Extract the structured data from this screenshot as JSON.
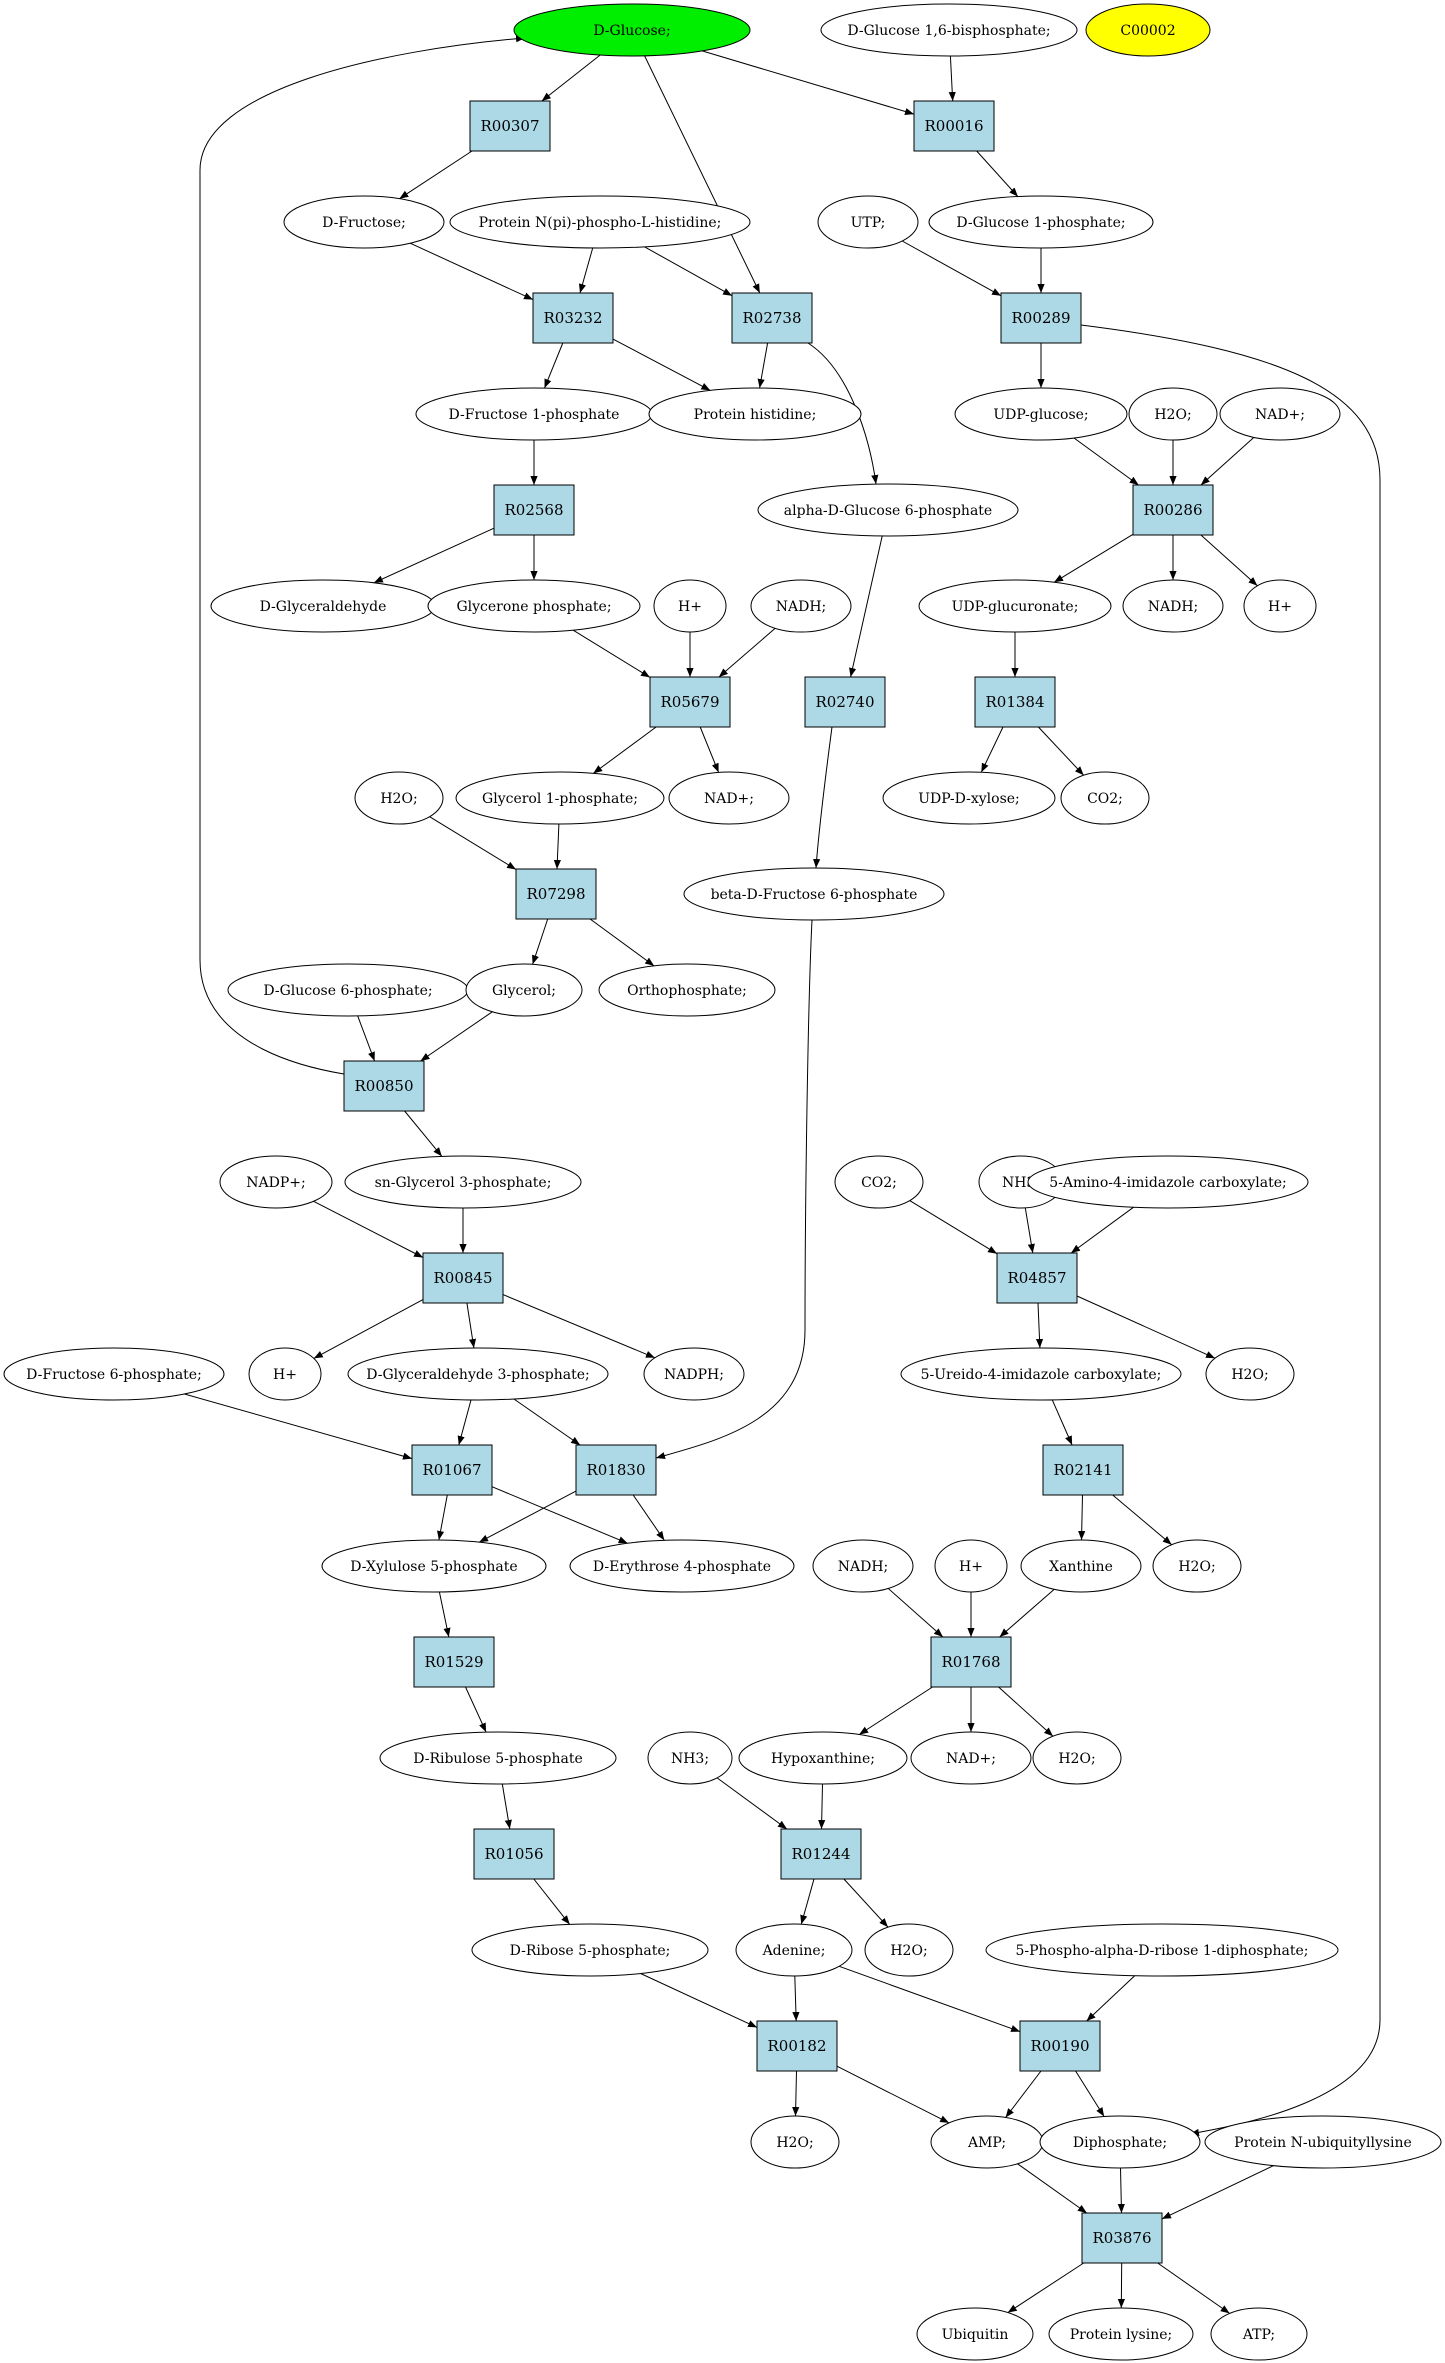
{
  "colors": {
    "compound_fill": "#ffffff",
    "start_fill": "#00ee00",
    "highlight_fill": "#ffff00",
    "reaction_fill": "#add8e6",
    "stroke": "#000000"
  },
  "nodes": {
    "glc": {
      "label": "D-Glucose;",
      "kind": "start"
    },
    "g16bp": {
      "label": "D-Glucose 1,6-bisphosphate;",
      "kind": "compound"
    },
    "c00002": {
      "label": "C00002",
      "kind": "highlight"
    },
    "fru": {
      "label": "D-Fructose;",
      "kind": "compound"
    },
    "nphis": {
      "label": "Protein N(pi)-phospho-L-histidine;",
      "kind": "compound"
    },
    "utp": {
      "label": "UTP;",
      "kind": "compound"
    },
    "g1p": {
      "label": "D-Glucose 1-phosphate;",
      "kind": "compound"
    },
    "f1p": {
      "label": "D-Fructose 1-phosphate",
      "kind": "compound"
    },
    "prothis": {
      "label": "Protein histidine;",
      "kind": "compound"
    },
    "udpglc": {
      "label": "UDP-glucose;",
      "kind": "compound"
    },
    "h2o_a": {
      "label": "H2O;",
      "kind": "compound"
    },
    "nadp_a": {
      "label": "NAD+;",
      "kind": "compound"
    },
    "ag6p": {
      "label": "alpha-D-Glucose 6-phosphate",
      "kind": "compound"
    },
    "glyald": {
      "label": "D-Glyceraldehyde",
      "kind": "compound"
    },
    "dhap": {
      "label": "Glycerone phosphate;",
      "kind": "compound"
    },
    "hplus_a": {
      "label": "H+",
      "kind": "compound"
    },
    "nadh_a": {
      "label": "NADH;",
      "kind": "compound"
    },
    "udpglcur": {
      "label": "UDP-glucuronate;",
      "kind": "compound"
    },
    "nadh_b": {
      "label": "NADH;",
      "kind": "compound"
    },
    "hplus_b": {
      "label": "H+",
      "kind": "compound"
    },
    "h2o_b": {
      "label": "H2O;",
      "kind": "compound"
    },
    "gly1p": {
      "label": "Glycerol 1-phosphate;",
      "kind": "compound"
    },
    "nadp_b": {
      "label": "NAD+;",
      "kind": "compound"
    },
    "udpxyl": {
      "label": "UDP-D-xylose;",
      "kind": "compound"
    },
    "co2_a": {
      "label": "CO2;",
      "kind": "compound"
    },
    "bf6p": {
      "label": "beta-D-Fructose 6-phosphate",
      "kind": "compound"
    },
    "g6p": {
      "label": "D-Glucose 6-phosphate;",
      "kind": "compound"
    },
    "glycerol": {
      "label": "Glycerol;",
      "kind": "compound"
    },
    "pi": {
      "label": "Orthophosphate;",
      "kind": "compound"
    },
    "sng3p": {
      "label": "sn-Glycerol 3-phosphate;",
      "kind": "compound"
    },
    "nadpp": {
      "label": "NADP+;",
      "kind": "compound"
    },
    "co2_b": {
      "label": "CO2;",
      "kind": "compound"
    },
    "nh3_a": {
      "label": "NH3;",
      "kind": "compound"
    },
    "aica": {
      "label": "5-Amino-4-imidazole carboxylate;",
      "kind": "compound"
    },
    "f6p": {
      "label": "D-Fructose 6-phosphate;",
      "kind": "compound"
    },
    "hplus_c": {
      "label": "H+",
      "kind": "compound"
    },
    "gap": {
      "label": "D-Glyceraldehyde 3-phosphate;",
      "kind": "compound"
    },
    "nadph": {
      "label": "NADPH;",
      "kind": "compound"
    },
    "uica": {
      "label": "5-Ureido-4-imidazole carboxylate;",
      "kind": "compound"
    },
    "h2o_c": {
      "label": "H2O;",
      "kind": "compound"
    },
    "xu5p": {
      "label": "D-Xylulose 5-phosphate",
      "kind": "compound"
    },
    "e4p": {
      "label": "D-Erythrose 4-phosphate",
      "kind": "compound"
    },
    "nadh_c": {
      "label": "NADH;",
      "kind": "compound"
    },
    "hplus_d": {
      "label": "H+",
      "kind": "compound"
    },
    "xan": {
      "label": "Xanthine",
      "kind": "compound"
    },
    "h2o_d": {
      "label": "H2O;",
      "kind": "compound"
    },
    "ru5p": {
      "label": "D-Ribulose 5-phosphate",
      "kind": "compound"
    },
    "nh3_b": {
      "label": "NH3;",
      "kind": "compound"
    },
    "hyp": {
      "label": "Hypoxanthine;",
      "kind": "compound"
    },
    "nadp_c": {
      "label": "NAD+;",
      "kind": "compound"
    },
    "h2o_e": {
      "label": "H2O;",
      "kind": "compound"
    },
    "r5p": {
      "label": "D-Ribose 5-phosphate;",
      "kind": "compound"
    },
    "ade": {
      "label": "Adenine;",
      "kind": "compound"
    },
    "h2o_f": {
      "label": "H2O;",
      "kind": "compound"
    },
    "prpp": {
      "label": "5-Phospho-alpha-D-ribose 1-diphosphate;",
      "kind": "compound"
    },
    "h2o_g": {
      "label": "H2O;",
      "kind": "compound"
    },
    "amp": {
      "label": "AMP;",
      "kind": "compound"
    },
    "ppi": {
      "label": "Diphosphate;",
      "kind": "compound"
    },
    "ubilys": {
      "label": "Protein N-ubiquityllysine",
      "kind": "compound"
    },
    "ubq": {
      "label": "Ubiquitin",
      "kind": "compound"
    },
    "protlys": {
      "label": "Protein lysine;",
      "kind": "compound"
    },
    "atp": {
      "label": "ATP;",
      "kind": "compound"
    },
    "R00307": {
      "label": "R00307",
      "kind": "reaction"
    },
    "R00016": {
      "label": "R00016",
      "kind": "reaction"
    },
    "R03232": {
      "label": "R03232",
      "kind": "reaction"
    },
    "R02738": {
      "label": "R02738",
      "kind": "reaction"
    },
    "R00289": {
      "label": "R00289",
      "kind": "reaction"
    },
    "R02568": {
      "label": "R02568",
      "kind": "reaction"
    },
    "R00286": {
      "label": "R00286",
      "kind": "reaction"
    },
    "R05679": {
      "label": "R05679",
      "kind": "reaction"
    },
    "R02740": {
      "label": "R02740",
      "kind": "reaction"
    },
    "R01384": {
      "label": "R01384",
      "kind": "reaction"
    },
    "R07298": {
      "label": "R07298",
      "kind": "reaction"
    },
    "R00850": {
      "label": "R00850",
      "kind": "reaction"
    },
    "R00845": {
      "label": "R00845",
      "kind": "reaction"
    },
    "R04857": {
      "label": "R04857",
      "kind": "reaction"
    },
    "R01067": {
      "label": "R01067",
      "kind": "reaction"
    },
    "R01830": {
      "label": "R01830",
      "kind": "reaction"
    },
    "R02141": {
      "label": "R02141",
      "kind": "reaction"
    },
    "R01529": {
      "label": "R01529",
      "kind": "reaction"
    },
    "R01768": {
      "label": "R01768",
      "kind": "reaction"
    },
    "R01056": {
      "label": "R01056",
      "kind": "reaction"
    },
    "R01244": {
      "label": "R01244",
      "kind": "reaction"
    },
    "R00182": {
      "label": "R00182",
      "kind": "reaction"
    },
    "R00190": {
      "label": "R00190",
      "kind": "reaction"
    },
    "R03876": {
      "label": "R03876",
      "kind": "reaction"
    }
  },
  "edges": [
    [
      "glc",
      "R00307"
    ],
    [
      "glc",
      "R02738"
    ],
    [
      "glc",
      "R00016"
    ],
    [
      "g16bp",
      "R00016"
    ],
    [
      "R00307",
      "fru"
    ],
    [
      "R00016",
      "g1p"
    ],
    [
      "fru",
      "R03232"
    ],
    [
      "nphis",
      "R03232"
    ],
    [
      "nphis",
      "R02738"
    ],
    [
      "utp",
      "R00289"
    ],
    [
      "g1p",
      "R00289"
    ],
    [
      "R03232",
      "f1p"
    ],
    [
      "R03232",
      "prothis"
    ],
    [
      "R02738",
      "prothis"
    ],
    [
      "R02738",
      "ag6p"
    ],
    [
      "R00289",
      "udpglc"
    ],
    [
      "R00289",
      "ppi"
    ],
    [
      "f1p",
      "R02568"
    ],
    [
      "udpglc",
      "R00286"
    ],
    [
      "h2o_a",
      "R00286"
    ],
    [
      "nadp_a",
      "R00286"
    ],
    [
      "R02568",
      "glyald"
    ],
    [
      "R02568",
      "dhap"
    ],
    [
      "R00286",
      "udpglcur"
    ],
    [
      "R00286",
      "nadh_b"
    ],
    [
      "R00286",
      "hplus_b"
    ],
    [
      "dhap",
      "R05679"
    ],
    [
      "hplus_a",
      "R05679"
    ],
    [
      "nadh_a",
      "R05679"
    ],
    [
      "ag6p",
      "R02740"
    ],
    [
      "udpglcur",
      "R01384"
    ],
    [
      "R05679",
      "gly1p"
    ],
    [
      "R05679",
      "nadp_b"
    ],
    [
      "R01384",
      "udpxyl"
    ],
    [
      "R01384",
      "co2_a"
    ],
    [
      "R02740",
      "bf6p"
    ],
    [
      "h2o_b",
      "R07298"
    ],
    [
      "gly1p",
      "R07298"
    ],
    [
      "R07298",
      "glycerol"
    ],
    [
      "R07298",
      "pi"
    ],
    [
      "g6p",
      "R00850"
    ],
    [
      "glycerol",
      "R00850"
    ],
    [
      "R00850",
      "glc"
    ],
    [
      "R00850",
      "sng3p"
    ],
    [
      "nadpp",
      "R00845"
    ],
    [
      "sng3p",
      "R00845"
    ],
    [
      "R00845",
      "hplus_c"
    ],
    [
      "R00845",
      "gap"
    ],
    [
      "R00845",
      "nadph"
    ],
    [
      "co2_b",
      "R04857"
    ],
    [
      "nh3_a",
      "R04857"
    ],
    [
      "aica",
      "R04857"
    ],
    [
      "R04857",
      "uica"
    ],
    [
      "R04857",
      "h2o_c"
    ],
    [
      "f6p",
      "R01067"
    ],
    [
      "gap",
      "R01067"
    ],
    [
      "gap",
      "R01830"
    ],
    [
      "bf6p",
      "R01830"
    ],
    [
      "uica",
      "R02141"
    ],
    [
      "R01067",
      "xu5p"
    ],
    [
      "R01067",
      "e4p"
    ],
    [
      "R01830",
      "xu5p"
    ],
    [
      "R01830",
      "e4p"
    ],
    [
      "R02141",
      "xan"
    ],
    [
      "R02141",
      "h2o_d"
    ],
    [
      "nadh_c",
      "R01768"
    ],
    [
      "hplus_d",
      "R01768"
    ],
    [
      "xan",
      "R01768"
    ],
    [
      "xu5p",
      "R01529"
    ],
    [
      "R01768",
      "hyp"
    ],
    [
      "R01768",
      "nadp_c"
    ],
    [
      "R01768",
      "h2o_e"
    ],
    [
      "R01529",
      "ru5p"
    ],
    [
      "nh3_b",
      "R01244"
    ],
    [
      "hyp",
      "R01244"
    ],
    [
      "ru5p",
      "R01056"
    ],
    [
      "R01244",
      "ade"
    ],
    [
      "R01244",
      "h2o_f"
    ],
    [
      "R01056",
      "r5p"
    ],
    [
      "r5p",
      "R00182"
    ],
    [
      "ade",
      "R00182"
    ],
    [
      "ade",
      "R00190"
    ],
    [
      "prpp",
      "R00190"
    ],
    [
      "R00182",
      "h2o_g"
    ],
    [
      "R00182",
      "amp"
    ],
    [
      "R00190",
      "amp"
    ],
    [
      "R00190",
      "ppi"
    ],
    [
      "amp",
      "R03876"
    ],
    [
      "ppi",
      "R03876"
    ],
    [
      "ubilys",
      "R03876"
    ],
    [
      "R03876",
      "ubq"
    ],
    [
      "R03876",
      "protlys"
    ],
    [
      "R03876",
      "atp"
    ]
  ]
}
